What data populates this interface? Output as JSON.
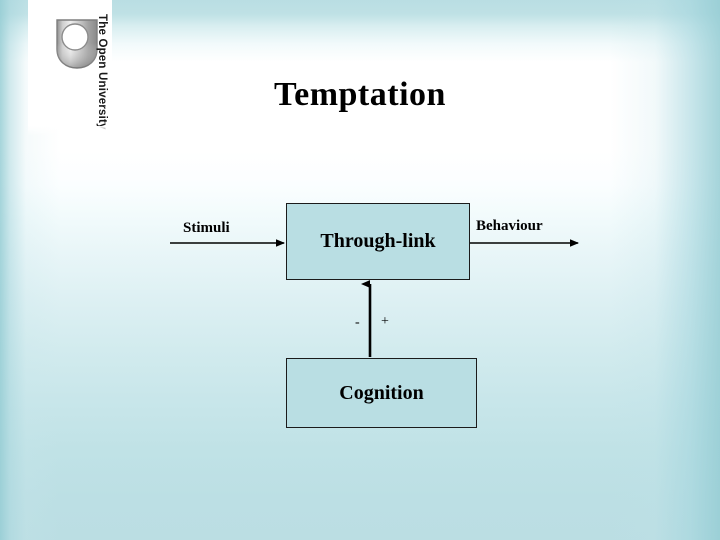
{
  "slide": {
    "title": "Temptation",
    "brand": {
      "vertical_text": "The Open University",
      "logo_icon": "open-university-shield-icon"
    },
    "colors": {
      "box_fill": "#b9dee3",
      "box_border": "#1b1b1b",
      "background_top": "#b9dee3",
      "background_bottom": "#bbdee3",
      "text": "#000000"
    }
  },
  "chart_data": {
    "type": "diagram",
    "title": "Temptation",
    "nodes": [
      {
        "id": "through-link",
        "label": "Through-link"
      },
      {
        "id": "cognition",
        "label": "Cognition"
      }
    ],
    "edges": [
      {
        "id": "stimuli",
        "label": "Stimuli",
        "from": "input",
        "to": "through-link",
        "direction": "right"
      },
      {
        "id": "behaviour",
        "label": "Behaviour",
        "from": "through-link",
        "to": "output",
        "direction": "right"
      },
      {
        "id": "cognition-link",
        "label": "",
        "from": "cognition",
        "to": "through-link",
        "direction": "up",
        "signs": [
          "-",
          "+"
        ]
      }
    ],
    "annotations": [
      {
        "id": "minus-sign",
        "text": "-"
      },
      {
        "id": "plus-sign",
        "text": "+"
      }
    ]
  }
}
